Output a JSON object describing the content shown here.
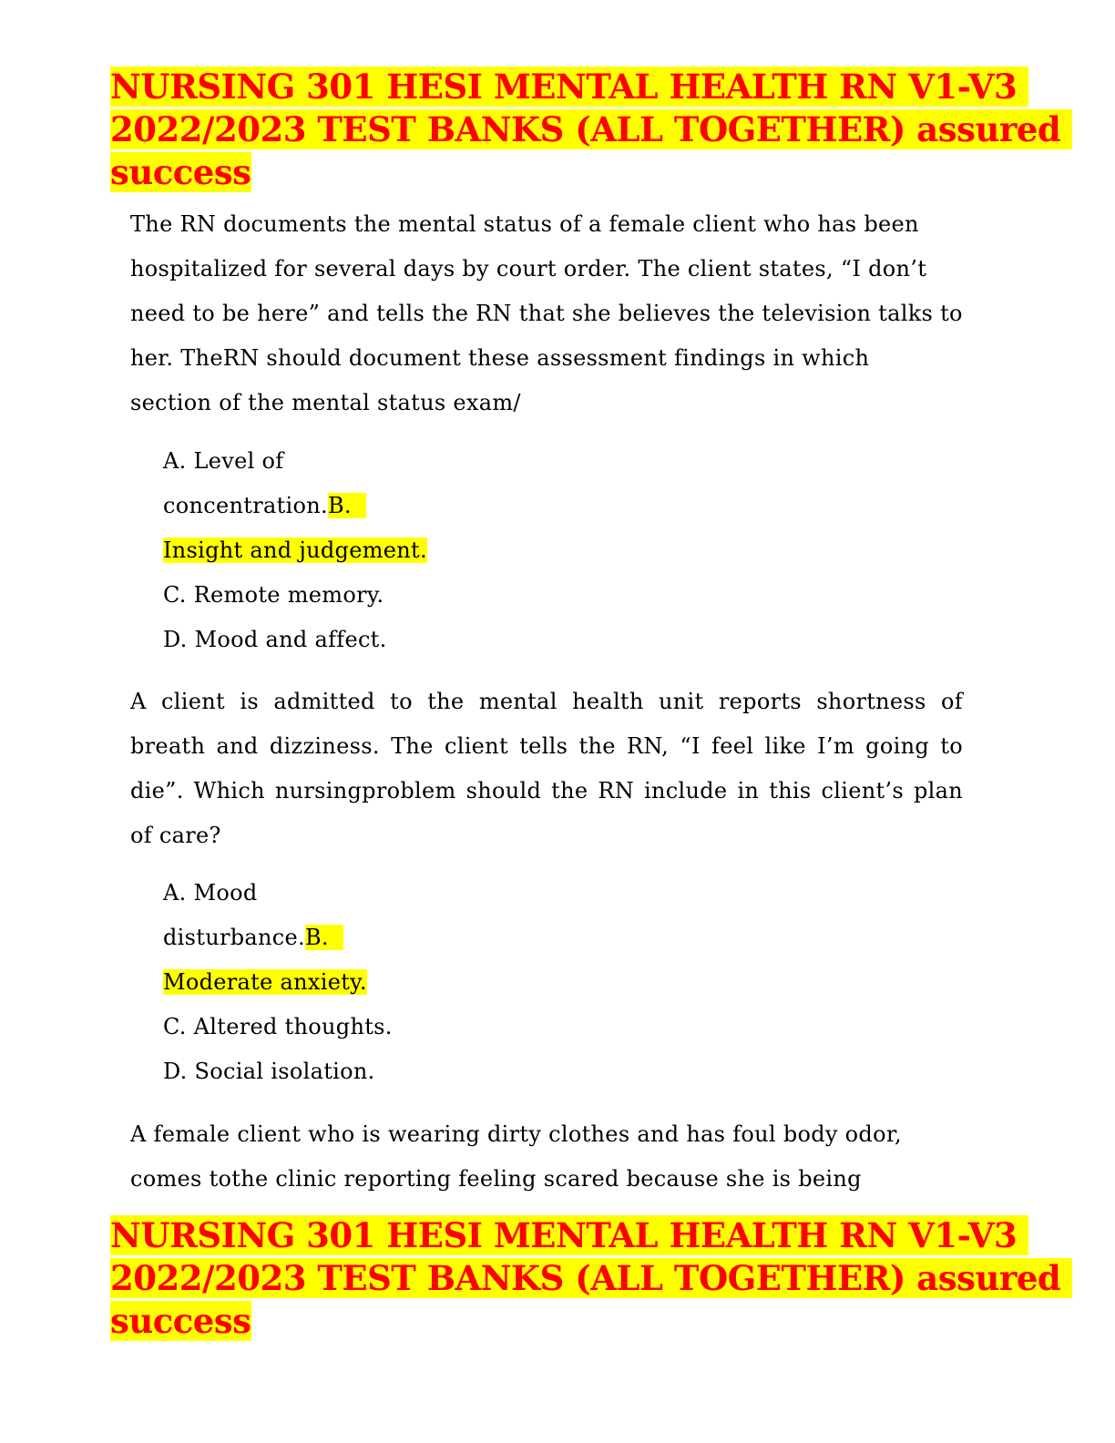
{
  "header": {
    "line1": "NURSING 301 HESI MENTAL HEALTH RN V1-V3",
    "line2": "2022/2023 TEST BANKS (ALL TOGETHER) assured",
    "line3": "success"
  },
  "questions": [
    {
      "stem_lines": [
        "The RN documents the mental status of a female client who has been",
        "hospitalized for several days by court order. The client states, “I don’t",
        "need to be here” and tells the RN that she believes the television talks to",
        "her. TheRN should document these assessment findings in which",
        "section of the mental status exam/"
      ],
      "options": {
        "a_line1": "A. Level of",
        "a_line2": "concentration.",
        "b_prefix": "B.",
        "b_text": "Insight and judgement.",
        "c": "C.  Remote memory.",
        "d": "D. Mood and affect."
      }
    },
    {
      "stem_lines": [
        "A client is admitted to the mental health unit reports shortness of",
        "breath and dizziness. The client tells the RN, “I feel like I’m going to",
        "die”. Which nursingproblem should the RN include in this client’s plan",
        "of care?"
      ],
      "options": {
        "a_line1": "A.  Mood",
        "a_line2": "disturbance.",
        "b_prefix": "B.",
        "b_text": "Moderate anxiety.",
        "c": "C.  Altered thoughts.",
        "d": "D. Social isolation."
      }
    },
    {
      "stem_lines": [
        "A female client who is wearing dirty clothes and has foul body odor,",
        "comes tothe clinic reporting feeling scared because she is being"
      ]
    }
  ]
}
